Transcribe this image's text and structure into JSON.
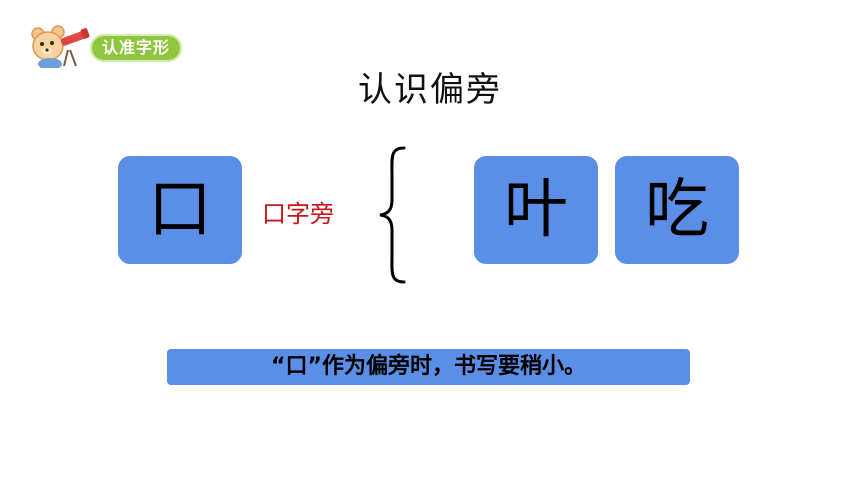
{
  "header": {
    "badge_label": "认准字形",
    "title": "认识偏旁"
  },
  "radical": {
    "character": "口",
    "name": "口字旁"
  },
  "examples": [
    {
      "character": "叶"
    },
    {
      "character": "吃"
    }
  ],
  "note": {
    "text": "“口”作为偏旁时，书写要稍小。"
  },
  "colors": {
    "tile_blue": "#5b8ee6",
    "badge_green": "#8fc63f",
    "radical_name_red": "#c8141c"
  },
  "icons": {
    "mascot": "bear-with-telescope-icon",
    "brace": "left-curly-brace"
  }
}
